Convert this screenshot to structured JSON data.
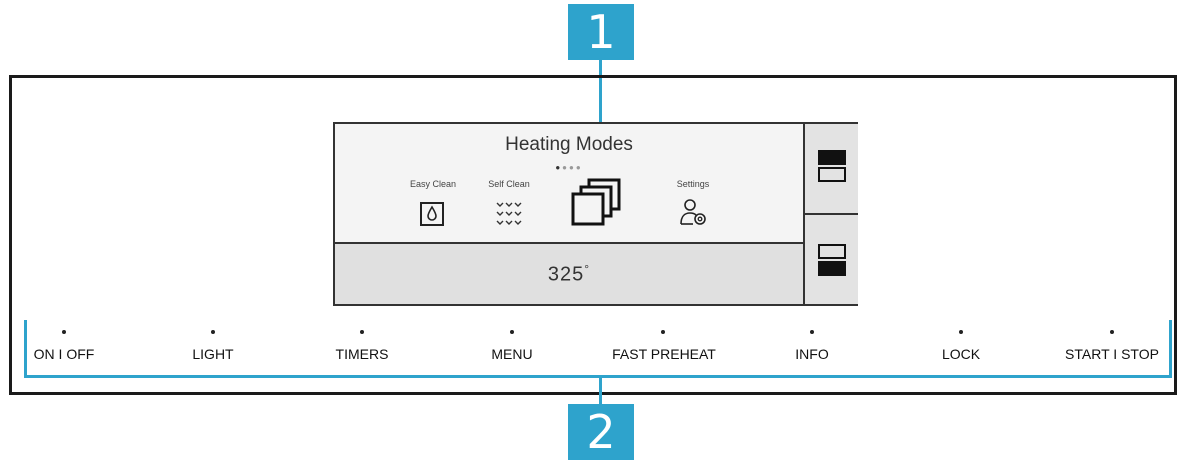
{
  "callouts": {
    "one": "1",
    "two": "2"
  },
  "display": {
    "title": "Heating Modes",
    "page_dots": 4,
    "active_dot": 0,
    "modes": [
      {
        "label": "Easy Clean",
        "icon": "water-drop-icon"
      },
      {
        "label": "Self Clean",
        "icon": "self-clean-dots-icon"
      },
      {
        "label": "",
        "icon": "stacked-squares-icon"
      },
      {
        "label": "Settings",
        "icon": "user-gear-icon"
      }
    ],
    "temperature": "325",
    "degree_symbol": "°",
    "oven_buttons": [
      {
        "icon": "upper-oven-icon"
      },
      {
        "icon": "lower-oven-icon"
      }
    ]
  },
  "controls": [
    {
      "label": "ON I OFF"
    },
    {
      "label": "LIGHT"
    },
    {
      "label": "TIMERS"
    },
    {
      "label": "MENU"
    },
    {
      "label": "FAST PREHEAT"
    },
    {
      "label": "INFO"
    },
    {
      "label": "LOCK"
    },
    {
      "label": "START I STOP"
    }
  ],
  "colors": {
    "callout": "#2ea3cc",
    "panel_border": "#1a1a1a"
  }
}
